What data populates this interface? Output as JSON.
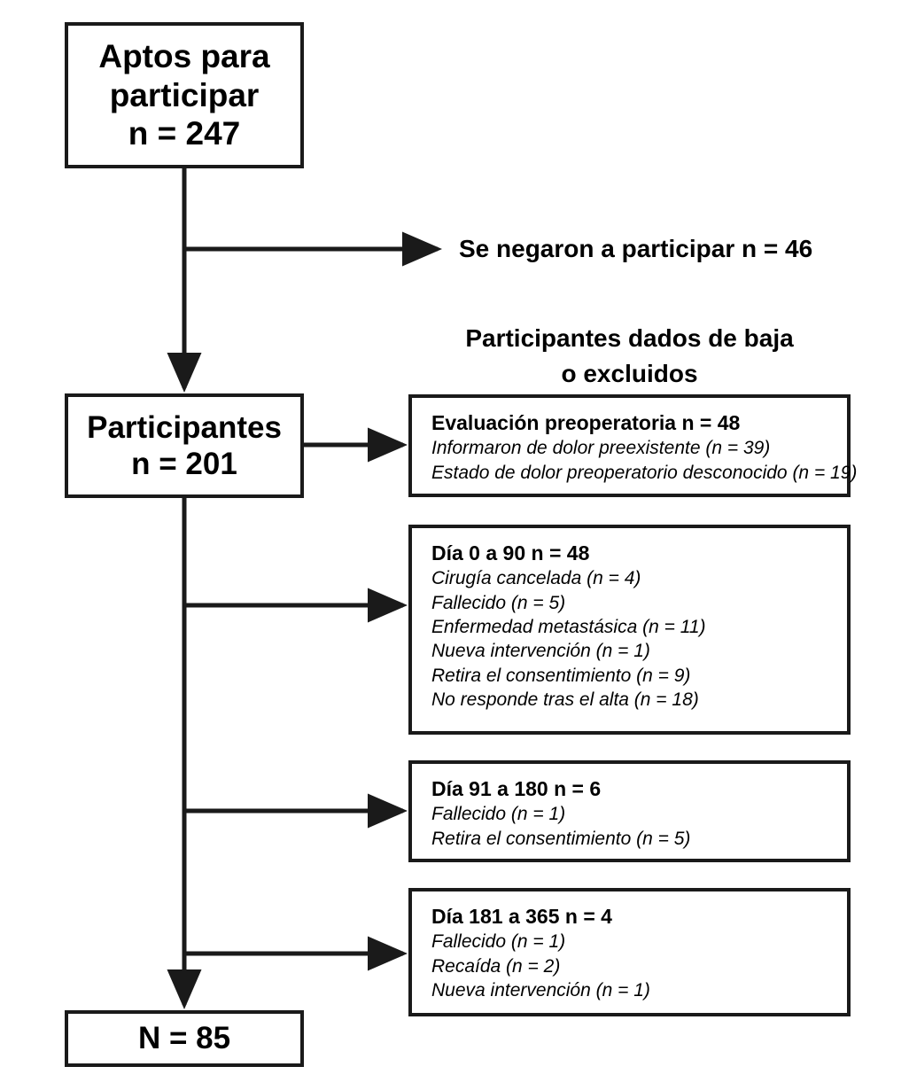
{
  "diagram": {
    "type": "participant-flow-diagram",
    "language": "es",
    "line_color": "#1a1a1a",
    "background": "#ffffff"
  },
  "nodes": {
    "eligible": {
      "lines": [
        "Aptos para",
        "participar",
        "n = 247"
      ],
      "count": 247
    },
    "participants": {
      "lines": [
        "Participantes",
        "n = 201"
      ],
      "count": 201
    },
    "final": {
      "lines": [
        "N = 85"
      ],
      "count": 85
    }
  },
  "labels": {
    "refused": "Se negaron a participar n = 46",
    "excluded_heading": [
      "Participantes dados de baja",
      "o excluidos"
    ]
  },
  "exclusions": [
    {
      "id": "preop",
      "title": "Evaluación preoperatoria n = 48",
      "count": 48,
      "items": [
        "Informaron de dolor preexistente (n = 39)",
        "Estado de dolor preoperatorio desconocido (n = 19)"
      ]
    },
    {
      "id": "day-0-90",
      "title": "Día 0 a 90 n = 48",
      "count": 48,
      "items": [
        "Cirugía cancelada (n = 4)",
        "Fallecido (n = 5)",
        "Enfermedad metastásica (n = 11)",
        "Nueva intervención (n = 1)",
        "Retira el consentimiento (n = 9)",
        "No responde tras el alta (n = 18)"
      ]
    },
    {
      "id": "day-91-180",
      "title": "Día 91 a 180 n = 6",
      "count": 6,
      "items": [
        "Fallecido (n = 1)",
        "Retira el consentimiento (n = 5)"
      ]
    },
    {
      "id": "day-181-365",
      "title": "Día 181 a 365 n = 4",
      "count": 4,
      "items": [
        "Fallecido (n = 1)",
        "Recaída (n = 2)",
        "Nueva intervención (n = 1)"
      ]
    }
  ]
}
